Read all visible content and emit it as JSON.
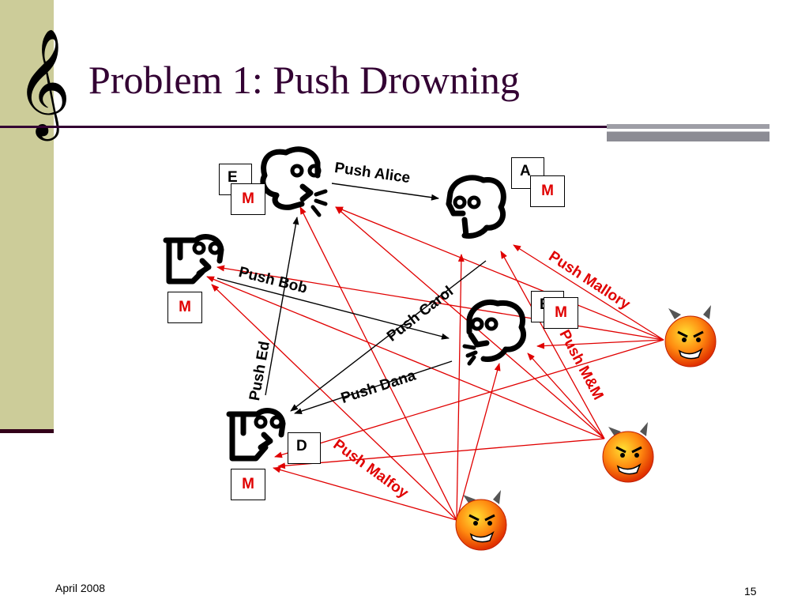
{
  "slide": {
    "title": "Problem 1:  Push Drowning",
    "footer_date": "April 2008",
    "page_number": "15"
  },
  "nodes": {
    "alice": {
      "box": "A",
      "mark": "M"
    },
    "bob": {
      "box": "B",
      "mark": "M"
    },
    "dana": {
      "box": "D",
      "mark": "M"
    },
    "ed": {
      "box": "E",
      "mark": "M"
    },
    "carol": {
      "mark": "M"
    }
  },
  "edges": {
    "push_alice": "Push Alice",
    "push_bob": "Push Bob",
    "push_carol": "Push Carol",
    "push_dana": "Push Dana",
    "push_ed": "Push Ed",
    "push_mallory": "Push Mallory",
    "push_mm": "Push M&M",
    "push_malfoy": "Push Malfoy"
  },
  "colors": {
    "attack": "#e00000",
    "normal": "#000000",
    "title": "#330033",
    "sidebar": "#cccc99"
  },
  "icons": [
    "treble-clef-icon",
    "person-icon",
    "devil-face-icon"
  ]
}
